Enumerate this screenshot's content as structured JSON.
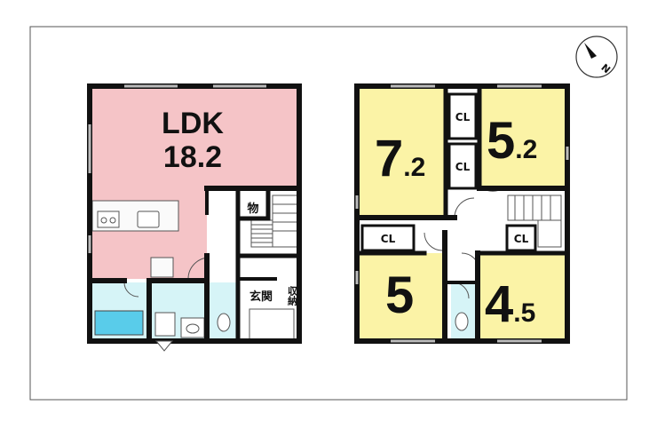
{
  "floor1": {
    "ldk": {
      "name": "LDK",
      "size": "18.2"
    },
    "storage_small": "物",
    "storage_closet": "収納",
    "entrance": "玄関"
  },
  "floor2": {
    "rooms": [
      {
        "main": "7",
        "sub": ".2"
      },
      {
        "main": "5",
        "sub": ".2"
      },
      {
        "main": "5",
        "sub": ""
      },
      {
        "main": "4",
        "sub": ".5"
      }
    ],
    "closet_label": "CL"
  },
  "compass": {
    "north": "N"
  },
  "colors": {
    "ldk": "#f5c4c7",
    "bedroom": "#fbf3a6",
    "wet_area": "#d6f4f7",
    "bathtub": "#59ccea",
    "wall": "#111111"
  }
}
